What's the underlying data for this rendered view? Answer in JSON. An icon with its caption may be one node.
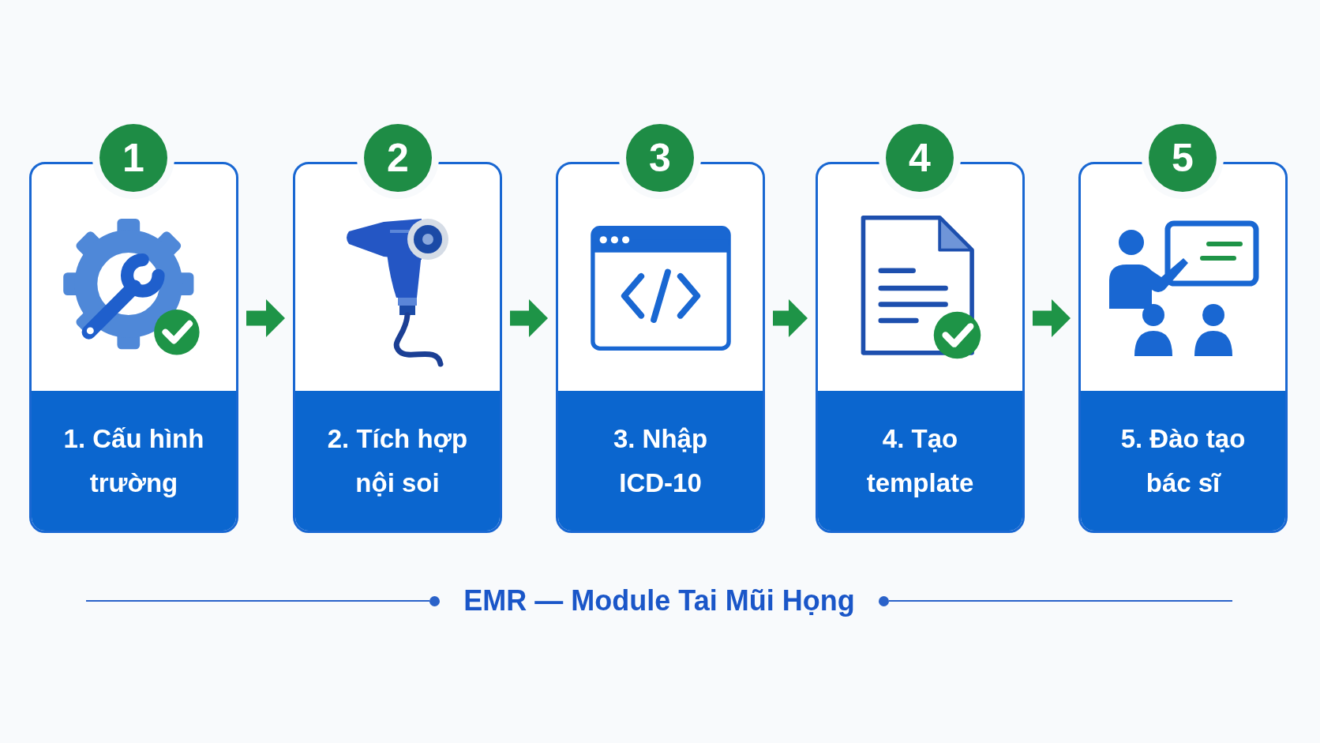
{
  "diagram": {
    "caption": "EMR — Module Tai Mũi Họng",
    "nodes": [
      {
        "text": [
          "1"
        ]
      },
      {
        "text": [
          "1. Cấu hình trường"
        ]
      },
      {
        "text": [
          "2"
        ]
      },
      {
        "text": [
          "2. Tích hợp nội soi"
        ]
      },
      {
        "text": [
          "3"
        ]
      },
      {
        "text": [
          "3. Nhập ICD-10"
        ]
      },
      {
        "text": [
          "4"
        ]
      },
      {
        "text": [
          "4. Tạo template"
        ]
      },
      {
        "text": [
          "5"
        ]
      },
      {
        "text": [
          "5. Đào tạo bác sĩ"
        ]
      }
    ],
    "edges": [
      {
        "from": 1,
        "to": 3,
        "arrow": "to"
      },
      {
        "from": 3,
        "to": 5,
        "arrow": "to"
      },
      {
        "from": 5,
        "to": 7,
        "arrow": "to"
      },
      {
        "from": 7,
        "to": 9,
        "arrow": "to"
      }
    ]
  }
}
